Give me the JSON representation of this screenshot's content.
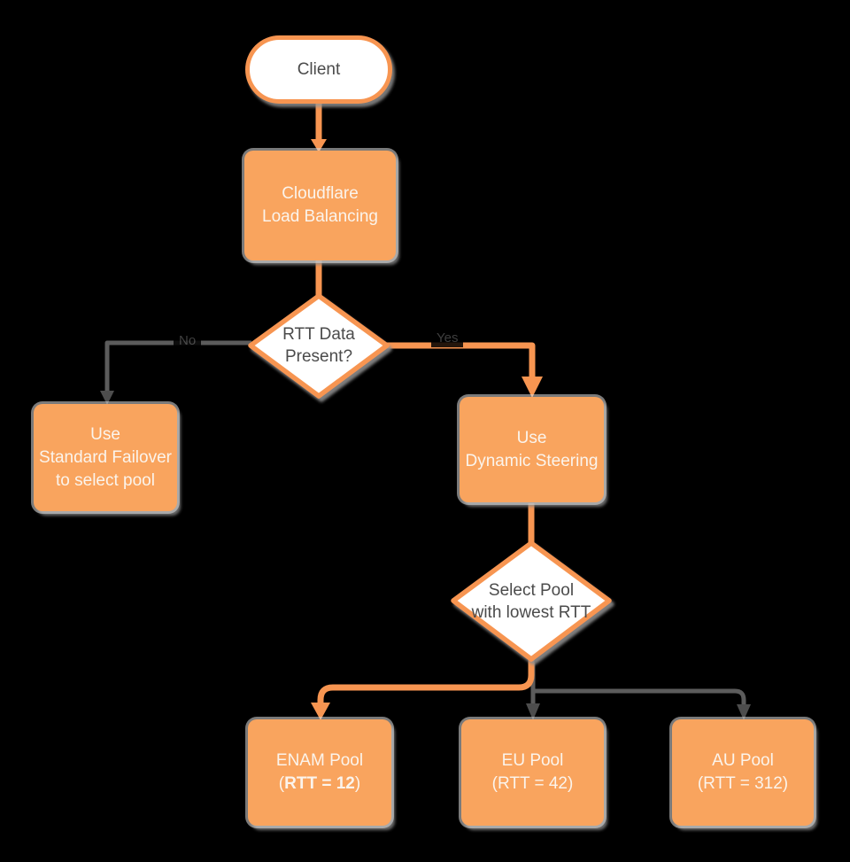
{
  "colors": {
    "background": "#000000",
    "node_fill_orange": "#F9A45E",
    "node_stroke_orange": "#F79551",
    "connector_gray": "#5C5C5C",
    "arrowhead_gray": "#4D4D4D",
    "dark_text": "#4B4B4B",
    "light_text": "#FBF4EC",
    "white_fill": "#FFFFFF"
  },
  "nodes": {
    "client": {
      "label": "Client"
    },
    "cloudflare": {
      "label": "Cloudflare\nLoad Balancing"
    },
    "rtt_present": {
      "label": "RTT Data\nPresent?"
    },
    "standard_failover": {
      "label": "Use\nStandard Failover\nto select pool"
    },
    "dynamic_steering": {
      "label": "Use\nDynamic Steering"
    },
    "select_pool": {
      "label": "Select Pool\nwith lowest RTT"
    },
    "enam_pool": {
      "line1": "ENAM Pool",
      "paren_open": "(",
      "rtt_bold": "RTT = 12",
      "paren_close": ")"
    },
    "eu_pool": {
      "label": "EU Pool\n(RTT = 42)"
    },
    "au_pool": {
      "label": "AU Pool\n(RTT = 312)"
    }
  },
  "edges": {
    "no_label": "No",
    "yes_label": "Yes"
  }
}
